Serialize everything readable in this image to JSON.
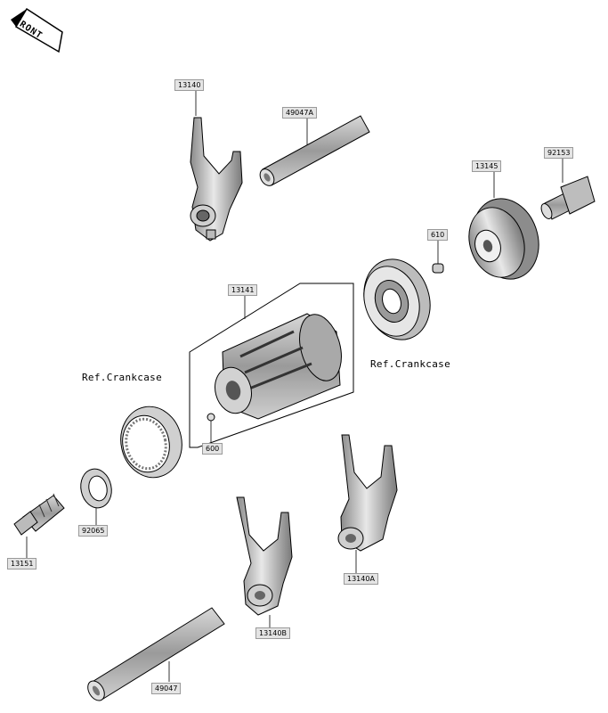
{
  "front_badge": {
    "text": "FRONT"
  },
  "refs": [
    {
      "id": "ref-crankcase-left",
      "text": "Ref.Crankcase"
    },
    {
      "id": "ref-crankcase-right",
      "text": "Ref.Crankcase"
    }
  ],
  "parts": [
    {
      "id": "13140",
      "label": "13140"
    },
    {
      "id": "49047A",
      "label": "49047A"
    },
    {
      "id": "13145",
      "label": "13145"
    },
    {
      "id": "92153",
      "label": "92153"
    },
    {
      "id": "610",
      "label": "610"
    },
    {
      "id": "13141",
      "label": "13141"
    },
    {
      "id": "600",
      "label": "600"
    },
    {
      "id": "92065",
      "label": "92065"
    },
    {
      "id": "13151",
      "label": "13151"
    },
    {
      "id": "13140A",
      "label": "13140A"
    },
    {
      "id": "13140B",
      "label": "13140B"
    },
    {
      "id": "49047",
      "label": "49047"
    }
  ]
}
